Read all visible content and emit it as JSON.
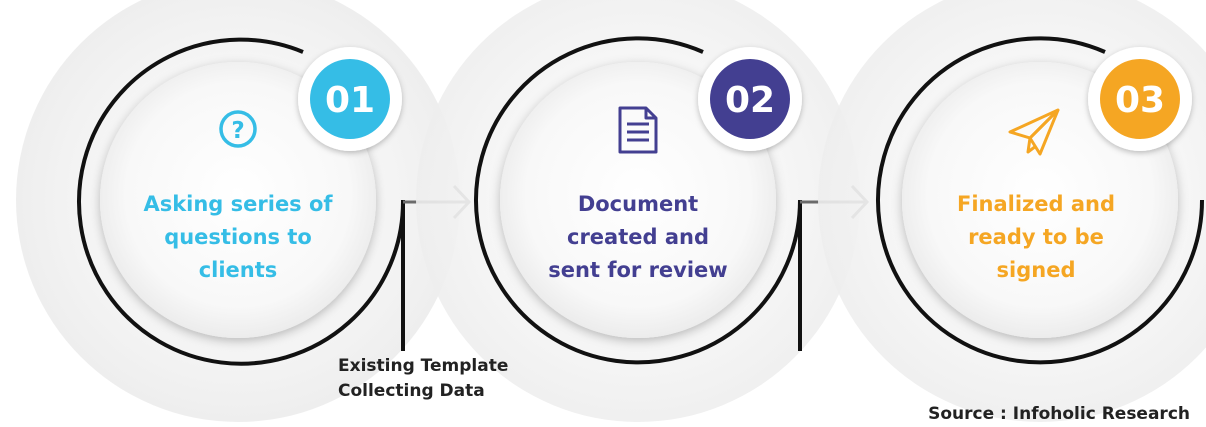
{
  "steps": [
    {
      "number": "01",
      "lines": [
        "Asking series of",
        "questions to",
        "clients"
      ],
      "icon": "question-icon",
      "color": "#35bde6"
    },
    {
      "number": "02",
      "lines": [
        "Document",
        "created and",
        "sent for review"
      ],
      "icon": "document-icon",
      "color": "#433f91"
    },
    {
      "number": "03",
      "lines": [
        "Finalized and",
        "ready to be",
        "signed"
      ],
      "icon": "paper-plane-icon",
      "color": "#f5a623"
    }
  ],
  "caption": {
    "line1": "Existing Template",
    "line2": "Collecting Data"
  },
  "source": "Source : Infoholic Research"
}
